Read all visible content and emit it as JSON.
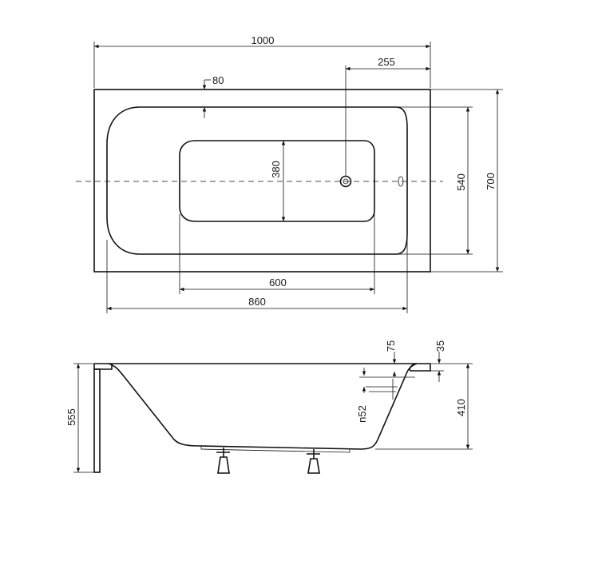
{
  "top_view": {
    "dim_overall_length": "1000",
    "dim_drain_offset": "255",
    "dim_rim_width": "80",
    "dim_bottom_width": "380",
    "dim_inner_width": "540",
    "dim_overall_width": "700",
    "dim_bottom_length": "600",
    "dim_inner_length": "860"
  },
  "side_view": {
    "dim_overflow_offset": "75",
    "dim_rim_thickness": "35",
    "dim_total_height": "555",
    "dim_depth": "410",
    "dim_overflow_diameter": "n52"
  }
}
